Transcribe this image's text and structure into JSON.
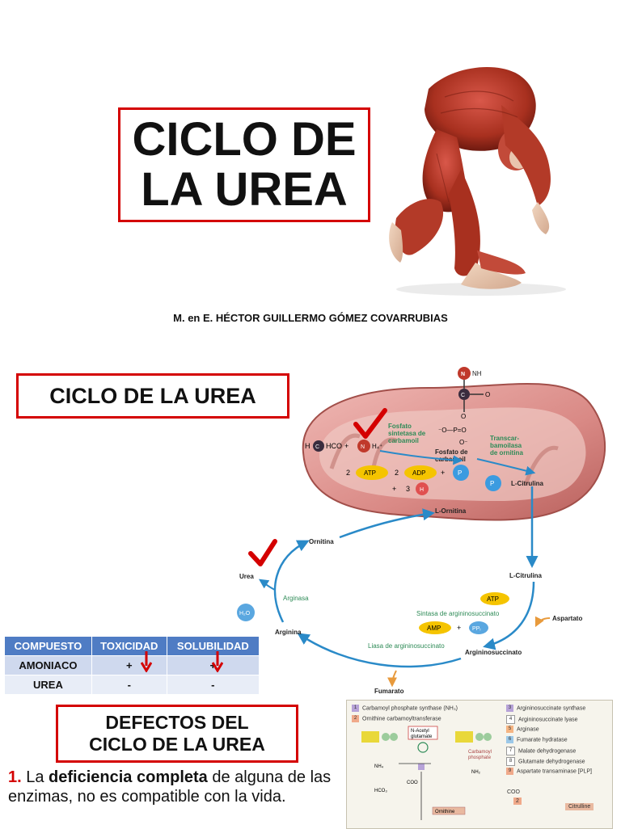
{
  "title": {
    "line1": "CICLO DE",
    "line2": "LA UREA"
  },
  "author": "M. en E. HÉCTOR GUILLERMO GÓMEZ COVARRUBIAS",
  "subtitle": "CICLO DE LA UREA",
  "diagram": {
    "labels": {
      "nh2": "NH",
      "nh2_sub": "2",
      "hco3": "HCO",
      "nh4": "NH",
      "atp": "ATP",
      "adp": "ADP",
      "pi": "P",
      "h": "H",
      "fosfato_sintetasa": [
        "Fosfato",
        "sintetasa de",
        "carbamoil"
      ],
      "fosfato_carbamoil": [
        "Fosfato de",
        "carbamoil"
      ],
      "transcarbamoilasa": [
        "Transcar-",
        "bamoilasa",
        "de ornitina"
      ],
      "citrulina_mito": "L-Citrulina",
      "ornitina_mito": "L-Ornitina",
      "ornitina": "Ornitina",
      "urea": "Urea",
      "arginasa": "Arginasa",
      "h2o": "H₂O",
      "arginina": "Arginina",
      "citrulina": "L-Citrulina",
      "atp2": "ATP",
      "sintasa": "Sintasa de argininosuccinato",
      "aspartato": "Aspartato",
      "amp": "AMP",
      "ppi": "PPᵢ",
      "liasa": "Liasa de argininosuccinato",
      "argininosuccinato": "Argininosuccinato",
      "fumarato": "Fumarato",
      "two": "2",
      "plus": "+",
      "three": "3"
    }
  },
  "compound_table": {
    "headers": [
      "COMPUESTO",
      "TOXICIDAD",
      "SOLUBILIDAD"
    ],
    "rows": [
      [
        "AMONIACO",
        "+",
        "+"
      ],
      [
        "UREA",
        "-",
        "-"
      ]
    ]
  },
  "defects_box": {
    "line1": "DEFECTOS DEL",
    "line2": "CICLO DE LA UREA"
  },
  "defect_point": {
    "num": "1.",
    "pre": " La ",
    "bold": "deficiencia completa",
    "post": " de alguna de las enzimas, no es compatible con la vida."
  },
  "legend": {
    "items": [
      {
        "n": "1",
        "text": "Carbamoyl phosphate synthase (NH₃)",
        "color": "#b7a3d8"
      },
      {
        "n": "2",
        "text": "Ornithine carbamoyltransferase",
        "color": "#f0a98a"
      },
      {
        "n": "3",
        "text": "Argininosuccinate synthase",
        "color": "#b7a3d8"
      },
      {
        "n": "4",
        "text": "Argininosuccinate lyase",
        "color": "#ffffff"
      },
      {
        "n": "5",
        "text": "Arginase",
        "color": "#f5b482"
      },
      {
        "n": "6",
        "text": "Fumarate hydratase",
        "color": "#9cc8e8"
      },
      {
        "n": "7",
        "text": "Malate dehydrogenase",
        "color": "#ffffff"
      },
      {
        "n": "8",
        "text": "Glutamate dehydrogenase",
        "color": "#ffffff"
      },
      {
        "n": "9",
        "text": "Aspartate transaminase [PLP]",
        "color": "#f0a98a"
      }
    ],
    "mini": {
      "nacetyl": [
        "N-Acetyl",
        "glutamate"
      ],
      "carbamoyl": [
        "Carbamoyl",
        "phosphate"
      ],
      "ornithine": "Ornithine",
      "citrulline": "Citrulline",
      "coo": "COO",
      "nh2": "NH₂",
      "hco3": "HCO₃",
      "nh4": "NH₄"
    }
  },
  "colors": {
    "accent_red": "#d40000",
    "table_header": "#4f7cc4",
    "arrow_blue": "#2a8ac8",
    "atp_yellow": "#f5c400"
  }
}
